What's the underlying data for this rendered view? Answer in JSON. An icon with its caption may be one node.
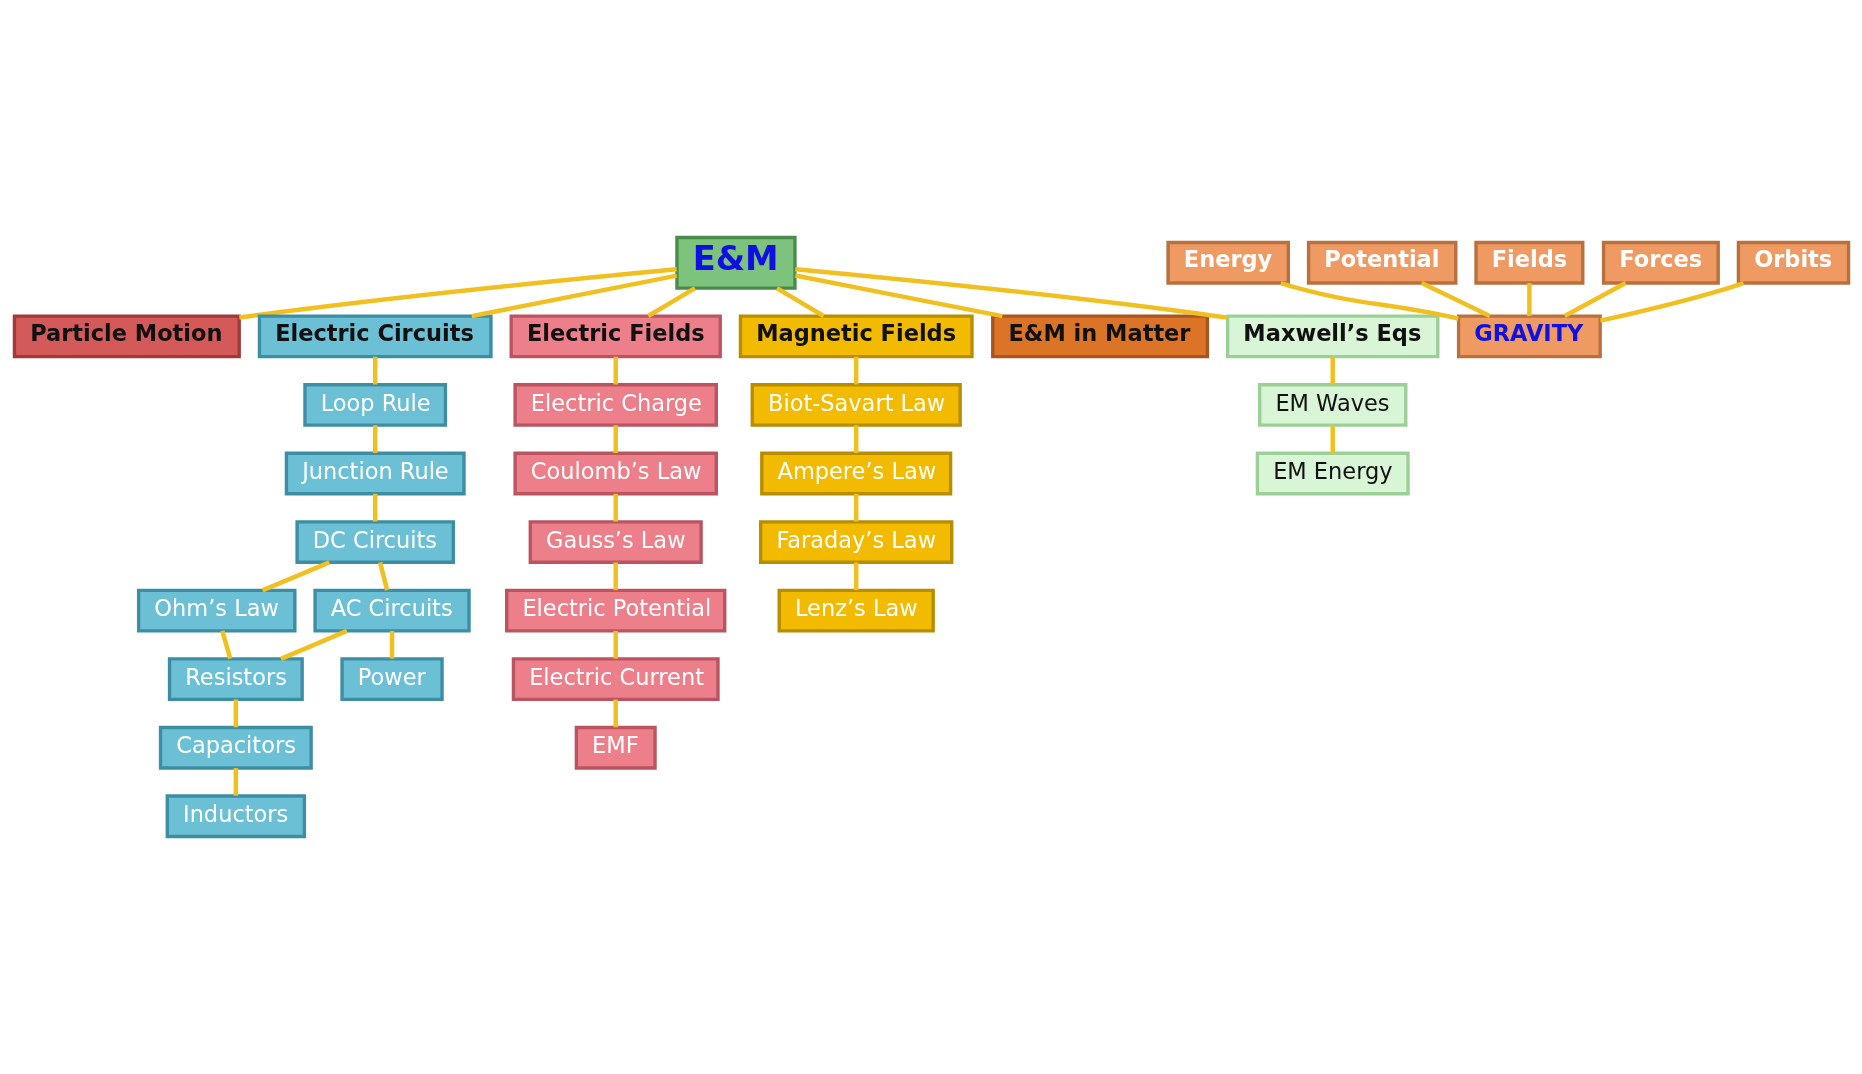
{
  "diagram": {
    "nodes": [
      {
        "text": [
          "E&M"
        ]
      },
      {
        "text": [
          "Particle Motion"
        ]
      },
      {
        "text": [
          "Electric Circuits"
        ]
      },
      {
        "text": [
          "Loop Rule"
        ]
      },
      {
        "text": [
          "Junction Rule"
        ]
      },
      {
        "text": [
          "DC Circuits"
        ]
      },
      {
        "text": [
          "Ohm’s Law"
        ]
      },
      {
        "text": [
          "AC Circuits"
        ]
      },
      {
        "text": [
          "Power"
        ]
      },
      {
        "text": [
          "Resistors"
        ]
      },
      {
        "text": [
          "Capacitors"
        ]
      },
      {
        "text": [
          "Inductors"
        ]
      },
      {
        "text": [
          "Electric Fields"
        ]
      },
      {
        "text": [
          "Electric Charge"
        ]
      },
      {
        "text": [
          "Coulomb’s Law"
        ]
      },
      {
        "text": [
          "Gauss’s Law"
        ]
      },
      {
        "text": [
          "Electric Potential"
        ]
      },
      {
        "text": [
          "Electric Current"
        ]
      },
      {
        "text": [
          "EMF"
        ]
      },
      {
        "text": [
          "Magnetic Fields"
        ]
      },
      {
        "text": [
          "Biot-Savart Law"
        ]
      },
      {
        "text": [
          "Ampere’s Law"
        ]
      },
      {
        "text": [
          "Faraday’s Law"
        ]
      },
      {
        "text": [
          "Lenz’s Law"
        ]
      },
      {
        "text": [
          "E&M in Matter"
        ]
      },
      {
        "text": [
          "Maxwell’s Eqs"
        ]
      },
      {
        "text": [
          "EM Waves"
        ]
      },
      {
        "text": [
          "EM Energy"
        ]
      },
      {
        "text": [
          "Energy"
        ]
      },
      {
        "text": [
          "Potential"
        ]
      },
      {
        "text": [
          "Fields"
        ]
      },
      {
        "text": [
          "Forces"
        ]
      },
      {
        "text": [
          "GRAVITY"
        ]
      },
      {
        "text": [
          "Orbits"
        ]
      }
    ],
    "edges": [
      {
        "from": 0,
        "to": 1,
        "arrow": "none"
      },
      {
        "from": 0,
        "to": 2,
        "arrow": "none"
      },
      {
        "from": 0,
        "to": 12,
        "arrow": "none"
      },
      {
        "from": 0,
        "to": 19,
        "arrow": "none"
      },
      {
        "from": 0,
        "to": 24,
        "arrow": "none"
      },
      {
        "from": 0,
        "to": 25,
        "arrow": "none"
      },
      {
        "from": 2,
        "to": 3,
        "arrow": "none"
      },
      {
        "from": 3,
        "to": 4,
        "arrow": "none"
      },
      {
        "from": 4,
        "to": 5,
        "arrow": "none"
      },
      {
        "from": 5,
        "to": 6,
        "arrow": "none"
      },
      {
        "from": 5,
        "to": 7,
        "arrow": "none"
      },
      {
        "from": 6,
        "to": 9,
        "arrow": "none"
      },
      {
        "from": 7,
        "to": 8,
        "arrow": "none"
      },
      {
        "from": 7,
        "to": 9,
        "arrow": "none"
      },
      {
        "from": 9,
        "to": 10,
        "arrow": "none"
      },
      {
        "from": 10,
        "to": 11,
        "arrow": "none"
      },
      {
        "from": 12,
        "to": 13,
        "arrow": "none"
      },
      {
        "from": 13,
        "to": 14,
        "arrow": "none"
      },
      {
        "from": 14,
        "to": 15,
        "arrow": "none"
      },
      {
        "from": 15,
        "to": 16,
        "arrow": "none"
      },
      {
        "from": 16,
        "to": 17,
        "arrow": "none"
      },
      {
        "from": 17,
        "to": 18,
        "arrow": "none"
      },
      {
        "from": 19,
        "to": 20,
        "arrow": "none"
      },
      {
        "from": 20,
        "to": 21,
        "arrow": "none"
      },
      {
        "from": 21,
        "to": 22,
        "arrow": "none"
      },
      {
        "from": 22,
        "to": 23,
        "arrow": "none"
      },
      {
        "from": 25,
        "to": 26,
        "arrow": "none"
      },
      {
        "from": 26,
        "to": 27,
        "arrow": "none"
      },
      {
        "from": 28,
        "to": 32,
        "arrow": "none"
      },
      {
        "from": 29,
        "to": 32,
        "arrow": "none"
      },
      {
        "from": 30,
        "to": 32,
        "arrow": "none"
      },
      {
        "from": 31,
        "to": 32,
        "arrow": "none"
      },
      {
        "from": 33,
        "to": 32,
        "arrow": "none"
      }
    ]
  }
}
